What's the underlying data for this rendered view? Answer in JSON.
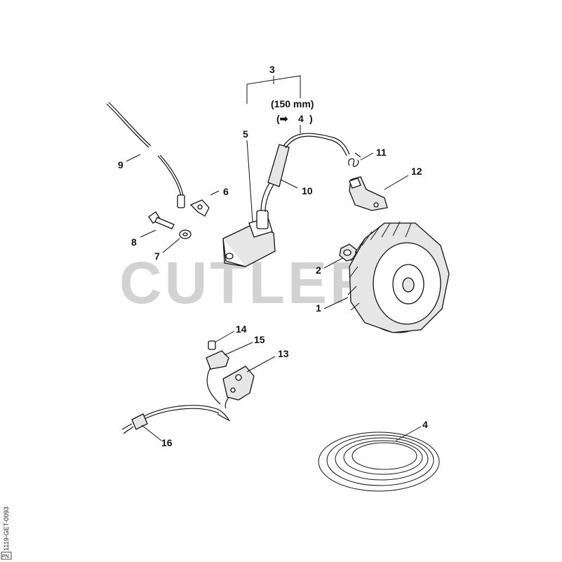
{
  "watermark": "CUTLERS",
  "drawing_code": "1119-GET-0093",
  "drawing_code_suffix": "PN",
  "callouts": {
    "c1": "1",
    "c2": "2",
    "c3": "3",
    "c4a": "4",
    "c4b": "4",
    "c5": "5",
    "c6": "6",
    "c7": "7",
    "c8": "8",
    "c9": "9",
    "c10": "10",
    "c11": "11",
    "c12": "12",
    "c13": "13",
    "c14": "14",
    "c15": "15",
    "c16": "16"
  },
  "note": {
    "length": "(150 mm)",
    "ref_prefix": "(➡",
    "ref_suffix": ")"
  }
}
